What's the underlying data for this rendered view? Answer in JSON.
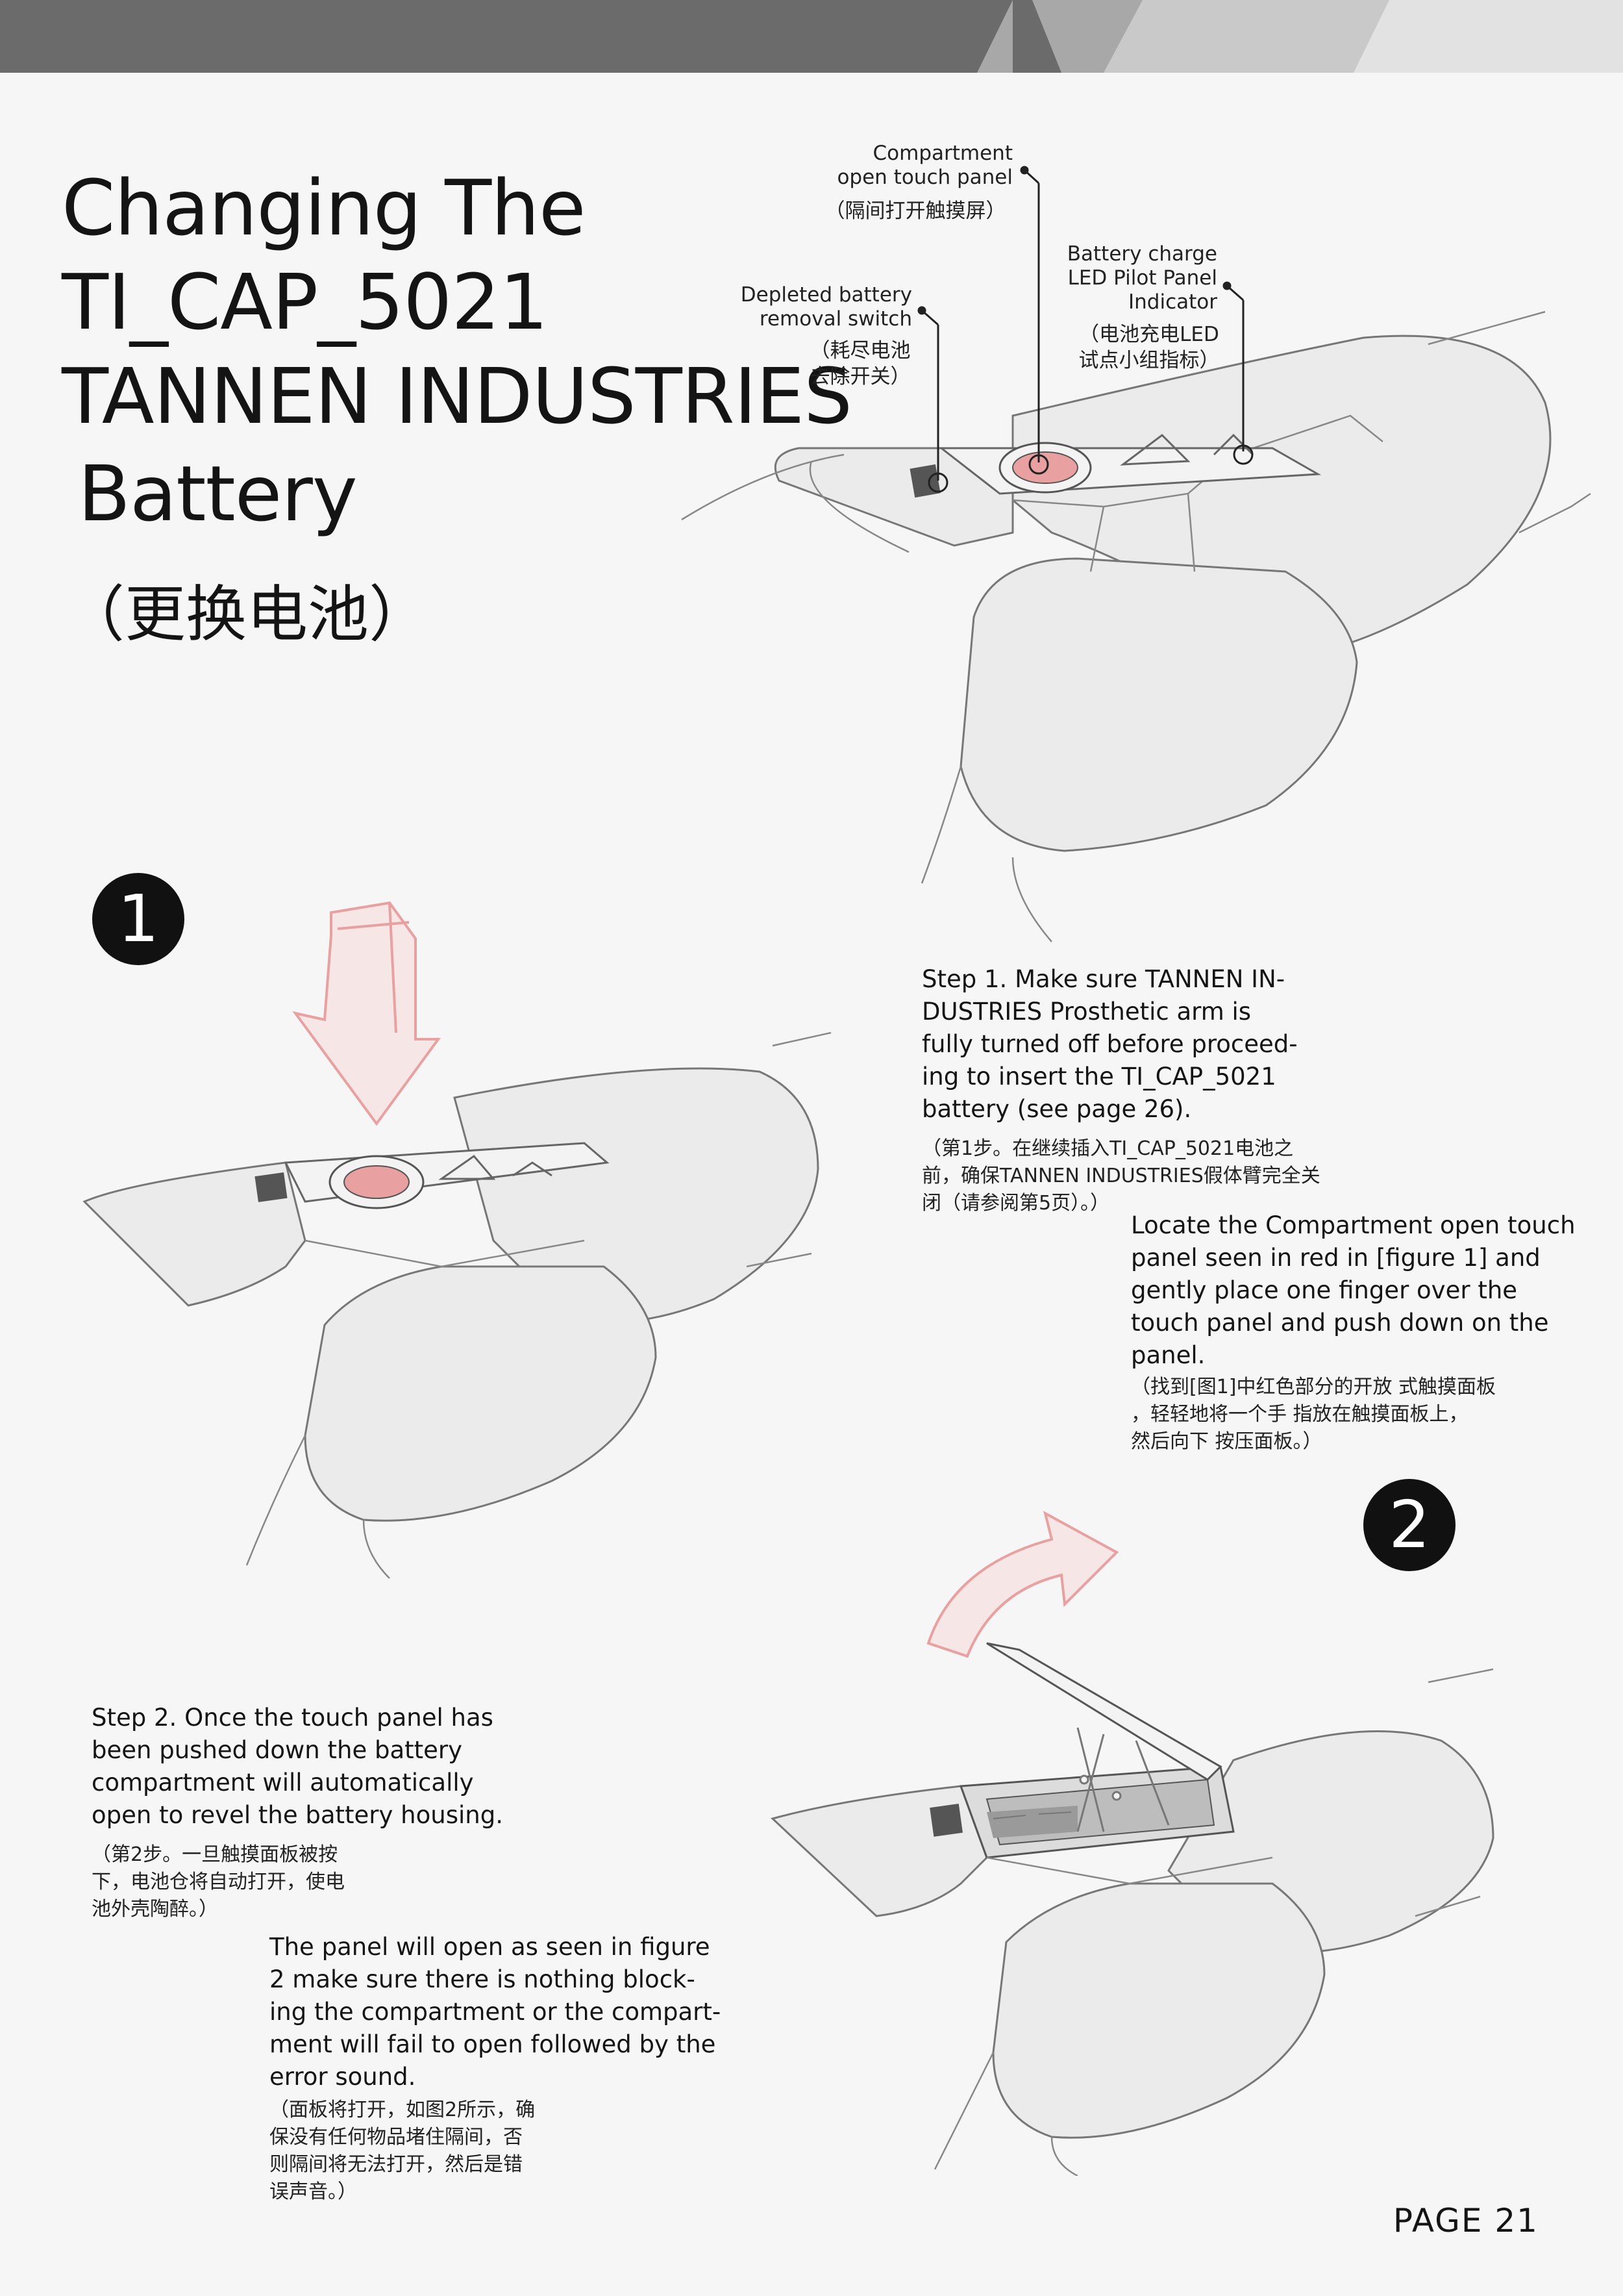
{
  "title": {
    "lines": [
      "Changing The",
      "TI_CAP_5021",
      "TANNEN INDUSTRIES",
      "Battery"
    ],
    "chinese": "（更换电池）"
  },
  "callouts": {
    "compartment": {
      "en": "Compartment\nopen touch panel",
      "cn": "（隔间打开触摸屏）"
    },
    "depleted": {
      "en": "Depleted battery\nremoval switch",
      "cn": "（耗尽电池\n去除开关）"
    },
    "led": {
      "en": "Battery charge\nLED Pilot Panel\nIndicator",
      "cn": "（电池充电LED\n试点小组指标）"
    }
  },
  "steps": [
    {
      "number": "1",
      "text": "Step 1. Make sure TANNEN IN-\nDUSTRIES Prosthetic arm is\nfully turned off before proceed-\ning to insert the TI_CAP_5021\nbattery (see page 26).",
      "text_cn": "（第1步。在继续插入TI_CAP_5021电池之\n前，确保TANNEN INDUSTRIES假体臂完全关\n闭（请参阅第5页）。）",
      "detail": "Locate the Compartment open touch\npanel seen in red in [figure 1] and\ngently place one finger over the\ntouch panel and push down on the\npanel.",
      "detail_cn": "（找到[图1]中红色部分的开放 式触摸面板\n，轻轻地将一个手 指放在触摸面板上，\n 然后向下  按压面板。）"
    },
    {
      "number": "2",
      "text": "Step 2. Once the touch panel has\nbeen pushed down the battery\ncompartment will automatically\nopen to revel the battery housing.",
      "text_cn": "（第2步。一旦触摸面板被按\n下，电池仓将自动打开，使电\n池外壳陶醉。）",
      "detail": "The panel will open as seen in figure\n2 make sure there is nothing block-\ning the compartment or the compart-\nment will fail to open followed by the\nerror sound.",
      "detail_cn": "（面板将打开，如图2所示，确\n保没有任何物品堵住隔间，否\n则隔间将无法打开，然后是错\n误声音。）"
    }
  ],
  "page_label": "PAGE 21",
  "colors": {
    "topbar_dark": "#6b6b6b",
    "topbar_mid": "#a8a8a8",
    "topbar_light": "#d8d8d8",
    "highlight_red": "#e9a0a0",
    "ink": "#141414"
  }
}
